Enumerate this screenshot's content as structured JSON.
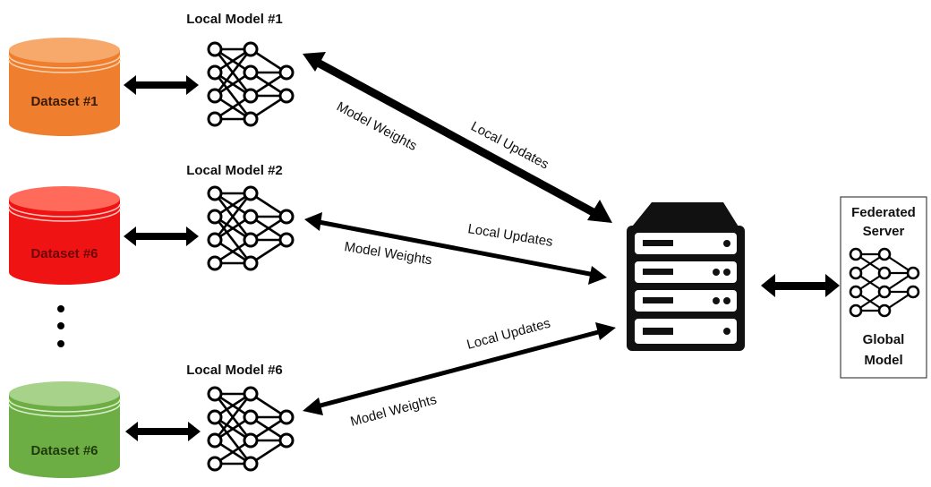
{
  "clients": [
    {
      "model_label": "Local Model #1",
      "dataset_label": "Dataset #1",
      "dataset_color": "#ef7f2e",
      "dataset_top_color": "#f6a96b"
    },
    {
      "model_label": "Local Model #2",
      "dataset_label": "Dataset #6",
      "dataset_color": "#f01313",
      "dataset_top_color": "#ff6a5a"
    },
    {
      "model_label": "Local Model #6",
      "dataset_label": "Dataset #6",
      "dataset_color": "#6cae43",
      "dataset_top_color": "#a7d28a"
    }
  ],
  "links": [
    {
      "updates_label": "Local Updates",
      "weights_label": "Model Weights"
    },
    {
      "updates_label": "Local Updates",
      "weights_label": "Model Weights"
    },
    {
      "updates_label": "Local Updates",
      "weights_label": "Model Weights"
    }
  ],
  "server_box": {
    "title_line1": "Federated",
    "title_line2": "Server",
    "caption_line1": "Global",
    "caption_line2": "Model"
  },
  "colors": {
    "arrow": "#000000",
    "server": "#111111"
  },
  "icons": {
    "dataset": "database-cylinder-icon",
    "model": "neural-network-icon",
    "server": "server-rack-icon"
  }
}
